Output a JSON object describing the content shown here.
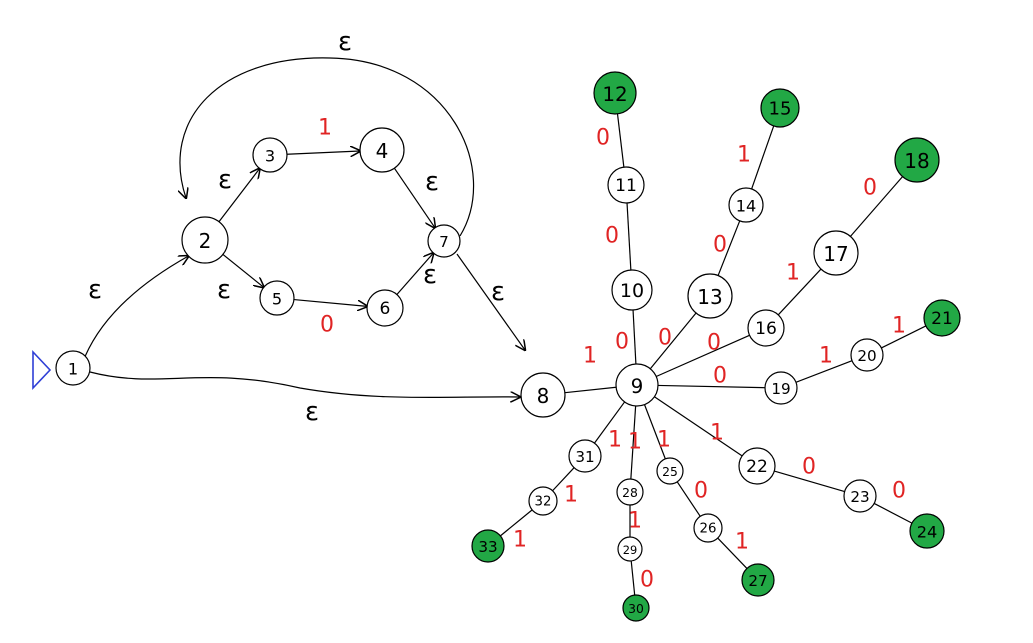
{
  "colors": {
    "stroke": "#000000",
    "accepting_fill": "#22a845",
    "normal_fill": "#ffffff",
    "label_eps": "#000000",
    "label_bit": "#e02424",
    "start_marker": "#2f3fd6"
  },
  "start_state": "1",
  "nodes": [
    {
      "id": "1",
      "label": "1",
      "accepting": false
    },
    {
      "id": "2",
      "label": "2",
      "accepting": false
    },
    {
      "id": "3",
      "label": "3",
      "accepting": false
    },
    {
      "id": "4",
      "label": "4",
      "accepting": false
    },
    {
      "id": "5",
      "label": "5",
      "accepting": false
    },
    {
      "id": "6",
      "label": "6",
      "accepting": false
    },
    {
      "id": "7",
      "label": "7",
      "accepting": false
    },
    {
      "id": "8",
      "label": "8",
      "accepting": false
    },
    {
      "id": "9",
      "label": "9",
      "accepting": false
    },
    {
      "id": "10",
      "label": "10",
      "accepting": false
    },
    {
      "id": "11",
      "label": "11",
      "accepting": false
    },
    {
      "id": "12",
      "label": "12",
      "accepting": true
    },
    {
      "id": "13",
      "label": "13",
      "accepting": false
    },
    {
      "id": "14",
      "label": "14",
      "accepting": false
    },
    {
      "id": "15",
      "label": "15",
      "accepting": true
    },
    {
      "id": "16",
      "label": "16",
      "accepting": false
    },
    {
      "id": "17",
      "label": "17",
      "accepting": false
    },
    {
      "id": "18",
      "label": "18",
      "accepting": true
    },
    {
      "id": "19",
      "label": "19",
      "accepting": false
    },
    {
      "id": "20",
      "label": "20",
      "accepting": false
    },
    {
      "id": "21",
      "label": "21",
      "accepting": true
    },
    {
      "id": "22",
      "label": "22",
      "accepting": false
    },
    {
      "id": "23",
      "label": "23",
      "accepting": false
    },
    {
      "id": "24",
      "label": "24",
      "accepting": true
    },
    {
      "id": "25",
      "label": "25",
      "accepting": false
    },
    {
      "id": "26",
      "label": "26",
      "accepting": false
    },
    {
      "id": "27",
      "label": "27",
      "accepting": true
    },
    {
      "id": "28",
      "label": "28",
      "accepting": false
    },
    {
      "id": "29",
      "label": "29",
      "accepting": false
    },
    {
      "id": "30",
      "label": "30",
      "accepting": true
    },
    {
      "id": "31",
      "label": "31",
      "accepting": false
    },
    {
      "id": "32",
      "label": "32",
      "accepting": false
    },
    {
      "id": "33",
      "label": "33",
      "accepting": true
    }
  ],
  "edges": [
    {
      "from": "1",
      "to": "2",
      "label": "ε",
      "arrow": true
    },
    {
      "from": "1",
      "to": "8",
      "label": "ε",
      "arrow": true
    },
    {
      "from": "2",
      "to": "3",
      "label": "ε",
      "arrow": true
    },
    {
      "from": "2",
      "to": "5",
      "label": "ε",
      "arrow": true
    },
    {
      "from": "3",
      "to": "4",
      "label": "1",
      "arrow": true
    },
    {
      "from": "5",
      "to": "6",
      "label": "0",
      "arrow": true
    },
    {
      "from": "4",
      "to": "7",
      "label": "ε",
      "arrow": true
    },
    {
      "from": "6",
      "to": "7",
      "label": "ε",
      "arrow": true
    },
    {
      "from": "7",
      "to": "2",
      "label": "ε",
      "arrow": true
    },
    {
      "from": "7",
      "to": "8",
      "label": "ε",
      "arrow": true
    },
    {
      "from": "8",
      "to": "9",
      "label": "1",
      "arrow": false
    },
    {
      "from": "9",
      "to": "10",
      "label": "0",
      "arrow": false
    },
    {
      "from": "10",
      "to": "11",
      "label": "0",
      "arrow": false
    },
    {
      "from": "11",
      "to": "12",
      "label": "0",
      "arrow": false
    },
    {
      "from": "9",
      "to": "13",
      "label": "0",
      "arrow": false
    },
    {
      "from": "13",
      "to": "14",
      "label": "0",
      "arrow": false
    },
    {
      "from": "14",
      "to": "15",
      "label": "1",
      "arrow": false
    },
    {
      "from": "9",
      "to": "16",
      "label": "0",
      "arrow": false
    },
    {
      "from": "16",
      "to": "17",
      "label": "1",
      "arrow": false
    },
    {
      "from": "17",
      "to": "18",
      "label": "0",
      "arrow": false
    },
    {
      "from": "9",
      "to": "19",
      "label": "0",
      "arrow": false
    },
    {
      "from": "19",
      "to": "20",
      "label": "1",
      "arrow": false
    },
    {
      "from": "20",
      "to": "21",
      "label": "1",
      "arrow": false
    },
    {
      "from": "9",
      "to": "22",
      "label": "1",
      "arrow": false
    },
    {
      "from": "22",
      "to": "23",
      "label": "0",
      "arrow": false
    },
    {
      "from": "23",
      "to": "24",
      "label": "0",
      "arrow": false
    },
    {
      "from": "9",
      "to": "25",
      "label": "1",
      "arrow": false
    },
    {
      "from": "25",
      "to": "26",
      "label": "0",
      "arrow": false
    },
    {
      "from": "26",
      "to": "27",
      "label": "1",
      "arrow": false
    },
    {
      "from": "9",
      "to": "28",
      "label": "1",
      "arrow": false
    },
    {
      "from": "28",
      "to": "29",
      "label": "1",
      "arrow": false
    },
    {
      "from": "29",
      "to": "30",
      "label": "0",
      "arrow": false
    },
    {
      "from": "9",
      "to": "31",
      "label": "1",
      "arrow": false
    },
    {
      "from": "31",
      "to": "32",
      "label": "1",
      "arrow": false
    },
    {
      "from": "32",
      "to": "33",
      "label": "1",
      "arrow": false
    }
  ]
}
